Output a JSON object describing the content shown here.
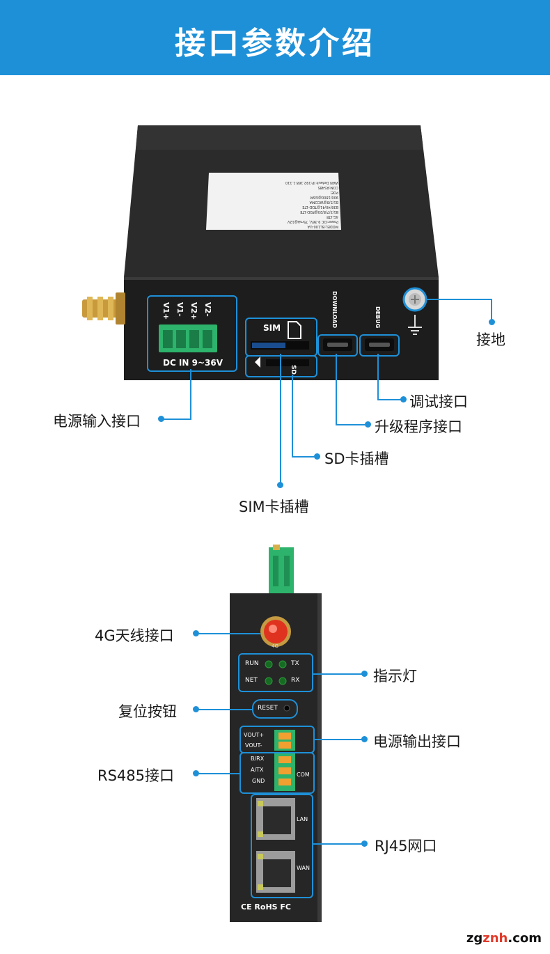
{
  "header": {
    "title": "接口参数介绍"
  },
  "device1": {
    "label_text": "MODEL:BL100-UA\nPower:DC 9-36V, 75mA@12V\n4G-LTE\nB1/3/7/8/20@FDD-LTE\nB38/40/41@TDD-LTE\nB1/5/8@WCDMA\n900/1800@GSM\nPOE:\nCOM:RS485\nWAN Default IP:192.168.1.110",
    "power_terminal_labels": [
      "V1+",
      "V1-",
      "V2+",
      "V2-"
    ],
    "power_caption": "DC IN 9~36V",
    "sim_label": "SIM",
    "sd_label": "SD",
    "download_label": "DOWNLOAD",
    "debug_label": "DEBUG"
  },
  "callouts": {
    "ground": "接地",
    "debug_port": "调试接口",
    "upgrade_port": "升级程序接口",
    "power_input": "电源输入接口",
    "sd_slot": "SD卡插槽",
    "sim_slot": "SIM卡插槽",
    "antenna_4g": "4G天线接口",
    "indicator": "指示灯",
    "reset_button": "复位按钮",
    "power_output": "电源输出接口",
    "rs485": "RS485接口",
    "rj45": "RJ45网口"
  },
  "device2": {
    "antenna_text": "4G",
    "leds": [
      "RUN",
      "TX",
      "NET",
      "RX"
    ],
    "reset_label": "RESET",
    "vout": [
      "VOUT+",
      "VOUT-"
    ],
    "com_pins": [
      "B/RX",
      "A/TX",
      "GND"
    ],
    "com_label": "COM",
    "lan_label": "LAN",
    "wan_label": "WAN",
    "cert_text": "CE RoHS FC"
  },
  "watermark": {
    "part1": "zg",
    "part2": "znh",
    "part3": ".com"
  },
  "colors": {
    "accent": "#1e90d8",
    "device_body": "#2a2a2a",
    "terminal_green": "#2db36b"
  }
}
